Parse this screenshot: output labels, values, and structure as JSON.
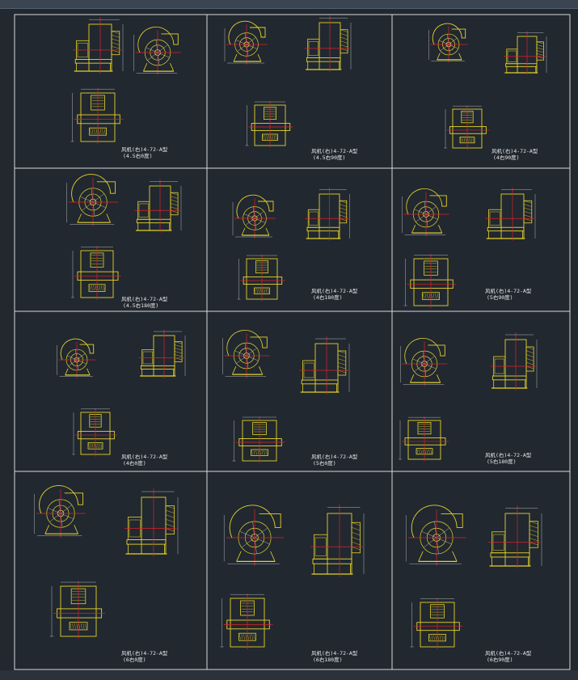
{
  "sheet": {
    "background": "#212830",
    "frame_color": "#d9d9d9",
    "drawing_color": "#e6d22a",
    "centerline_color": "#e0202a"
  },
  "cells": [
    {
      "title": "风机(右)4-72-A型",
      "subtitle": "(4.5右0度)"
    },
    {
      "title": "风机(右)4-72-A型",
      "subtitle": "(4.5右90度)"
    },
    {
      "title": "风机(右)4-72-A型",
      "subtitle": "(4右90度)"
    },
    {
      "title": "风机(右)4-72-A型",
      "subtitle": "(4.5右180度)"
    },
    {
      "title": "风机(右)4-72-A型",
      "subtitle": "(4右180度)"
    },
    {
      "title": "风机(右)4-72-A型",
      "subtitle": "(5右90度)"
    },
    {
      "title": "风机(右)4-72-A型",
      "subtitle": "(4右0度)"
    },
    {
      "title": "风机(右)4-72-A型",
      "subtitle": "(5右0度)"
    },
    {
      "title": "风机(右)4-72-A型",
      "subtitle": "(5右180度)"
    },
    {
      "title": "风机(右)4-72-A型",
      "subtitle": "(6右0度)"
    },
    {
      "title": "风机(右)4-72-A型",
      "subtitle": "(6右180度)"
    },
    {
      "title": "风机(右)4-72-A型",
      "subtitle": "(6右90度)"
    }
  ]
}
